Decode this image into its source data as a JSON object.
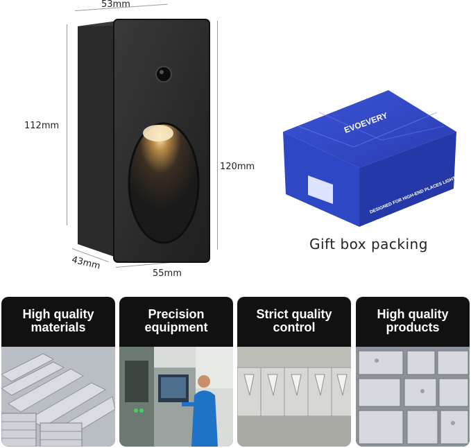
{
  "dimensions": {
    "top_width": "53mm",
    "height_back": "112mm",
    "height_front": "120mm",
    "depth": "43mm",
    "bottom_width": "55mm"
  },
  "gift_box": {
    "brand": "EVOEVERY",
    "side_text": "DESIGNED FOR HIGH-END PLACES LIGHTING DESIGN",
    "caption": "Gift box packing"
  },
  "panels": [
    {
      "line1": "High quality",
      "line2": "materials",
      "photo": "aluminum-bars"
    },
    {
      "line1": "Precision",
      "line2": "equipment",
      "photo": "cnc-machine-operator"
    },
    {
      "line1": "Strict quality",
      "line2": "control",
      "photo": "machined-parts"
    },
    {
      "line1": "High quality",
      "line2": "products",
      "photo": "finished-housings"
    }
  ]
}
